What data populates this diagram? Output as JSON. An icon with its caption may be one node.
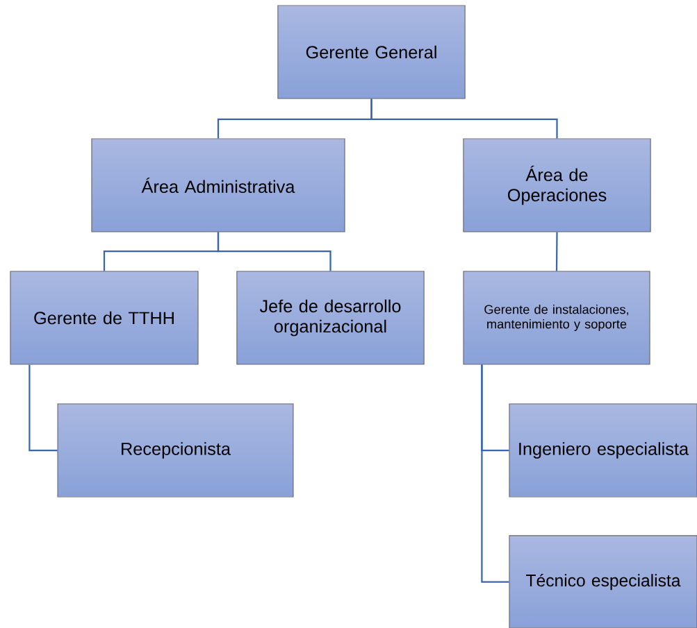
{
  "diagram": {
    "nodes": [
      {
        "text": [
          "Gerente General"
        ]
      },
      {
        "text": [
          "Área Administrativa"
        ]
      },
      {
        "text": [
          "Área de Operaciones"
        ]
      },
      {
        "text": [
          "Gerente de TTHH"
        ]
      },
      {
        "text": [
          "Jefe de desarrollo organizacional"
        ]
      },
      {
        "text": [
          "Gerente de instalaciones, mantenimiento y soporte"
        ]
      },
      {
        "text": [
          "Recepcionista"
        ]
      },
      {
        "text": [
          "Ingeniero especialista"
        ]
      },
      {
        "text": [
          "Técnico especialista"
        ]
      }
    ],
    "edges": [
      {
        "from": 0,
        "to": 1,
        "arrow": "none"
      },
      {
        "from": 0,
        "to": 2,
        "arrow": "none"
      },
      {
        "from": 1,
        "to": 3,
        "arrow": "none"
      },
      {
        "from": 1,
        "to": 4,
        "arrow": "none"
      },
      {
        "from": 2,
        "to": 5,
        "arrow": "none"
      },
      {
        "from": 3,
        "to": 6,
        "arrow": "none"
      },
      {
        "from": 5,
        "to": 7,
        "arrow": "none"
      },
      {
        "from": 5,
        "to": 8,
        "arrow": "none"
      }
    ]
  }
}
